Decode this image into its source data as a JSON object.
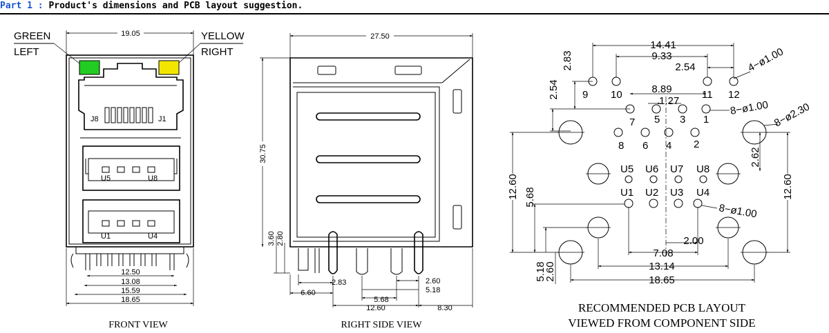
{
  "header": {
    "part": "Part 1",
    "sep": " : ",
    "title": "Product's dimensions and PCB layout suggestion."
  },
  "front_view": {
    "caption": "FRONT VIEW",
    "led_left": {
      "line1": "GREEN",
      "line2": "LEFT",
      "color": "#22cc22"
    },
    "led_right": {
      "line1": "YELLOW",
      "line2": "RIGHT",
      "color": "#f2e600"
    },
    "top_width": "19.05",
    "rj45_pin_first": "J8",
    "rj45_pin_last": "J1",
    "usb_upper_left": "U5",
    "usb_upper_right": "U8",
    "usb_lower_left": "U1",
    "usb_lower_right": "U4",
    "dims": [
      "12.50",
      "13.08",
      "15.59",
      "18.65"
    ]
  },
  "side_view": {
    "caption": "RIGHT SIDE VIEW",
    "top_width": "27.50",
    "height": "30.75",
    "dim_3_60": "3.60",
    "dim_2_80": "2.80",
    "dim_2_83": "2.83",
    "dim_6_60": "6.60",
    "dim_12_60": "12.60",
    "dim_5_68": "5.68",
    "dim_8_30": "8.30",
    "dim_2_60": "2.60",
    "dim_5_18": "5.18"
  },
  "pcb": {
    "caption_line1": "RECOMMENDED PCB LAYOUT",
    "caption_line2": "VIEWED FROM COMPONENT SIDE",
    "dim_14_41": "14.41",
    "dim_9_33": "9.33",
    "dim_2_54_top": "2.54",
    "hole_4": "4−ø1.00",
    "dim_2_83": "2.83",
    "dim_2_54_left": "2.54",
    "dim_8_89": "8.89",
    "dim_1_27": "1.27",
    "hole_8_a": "8−ø1.00",
    "hole_8_b": "8−ø2.30",
    "hole_8_c": "8−ø1.00",
    "dim_2_62": "2.62",
    "dim_12_60_left": "12.60",
    "dim_12_60_right": "12.60",
    "dim_5_68": "5.68",
    "dim_7_08": "7.08",
    "dim_2_00": "2.00",
    "dim_13_14": "13.14",
    "dim_18_65": "18.65",
    "dim_5_18": "5.18",
    "dim_2_60": "2.60",
    "pins_top": [
      "9",
      "10",
      "11",
      "12"
    ],
    "pins_rj": [
      "7",
      "5",
      "3",
      "1",
      "8",
      "6",
      "4",
      "2"
    ],
    "usb_upper": [
      "U5",
      "U6",
      "U7",
      "U8"
    ],
    "usb_lower": [
      "U1",
      "U2",
      "U3",
      "U4"
    ]
  }
}
